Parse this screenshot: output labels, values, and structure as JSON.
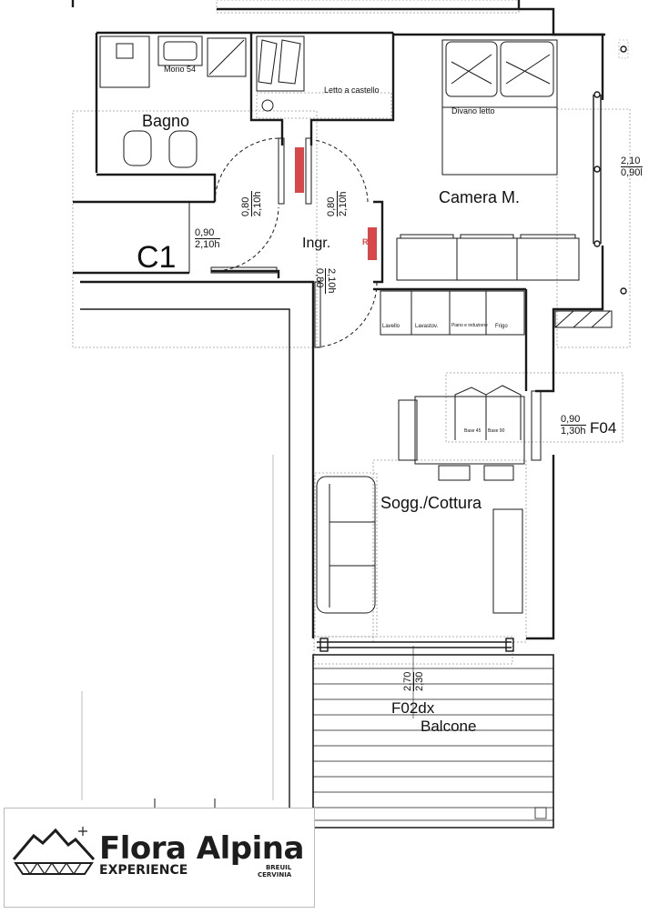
{
  "rooms": {
    "bathroom": "Bagno",
    "master_bedroom": "Camera M.",
    "entrance": "Ingr.",
    "living_kitchen": "Sogg./Cottura",
    "balcony": "Balcone",
    "c1": "C1"
  },
  "furniture": {
    "sink_label": "Mono 54",
    "bunk_bed": "Letto a castello",
    "sofa_bed": "Divano letto",
    "kitchen_units": [
      "Lavello",
      "Lavastov.",
      "Piano e induzione",
      "Frigo"
    ],
    "base_units": [
      "Base 45",
      "Base 90"
    ]
  },
  "dimensions": {
    "bathroom_door": {
      "w": "0,80",
      "h": "2,10h"
    },
    "bunk_door": {
      "w": "0,80",
      "h": "2,10h"
    },
    "c1_door": {
      "w": "0,90",
      "h": "2,10h"
    },
    "entrance_door": {
      "w": "0,80",
      "h": "2,10h"
    },
    "bedroom_window": {
      "w": "2,10",
      "h": "0,90l"
    },
    "window_f04": {
      "w": "0,90",
      "h": "1,30h",
      "code": "F04"
    },
    "balcony_window": {
      "w": "2,70",
      "h": "2,30",
      "code": "F02dx"
    }
  },
  "markers": {
    "door_mark": "R"
  },
  "logo": {
    "name": "Flora Alpina",
    "sub": "EXPERIENCE",
    "location_line1": "BREUIL",
    "location_line2": "CERVINIA"
  },
  "colors": {
    "wall": "#1a1a1a",
    "door_mark": "#d6484a",
    "dotted": "#9a9a9a"
  }
}
